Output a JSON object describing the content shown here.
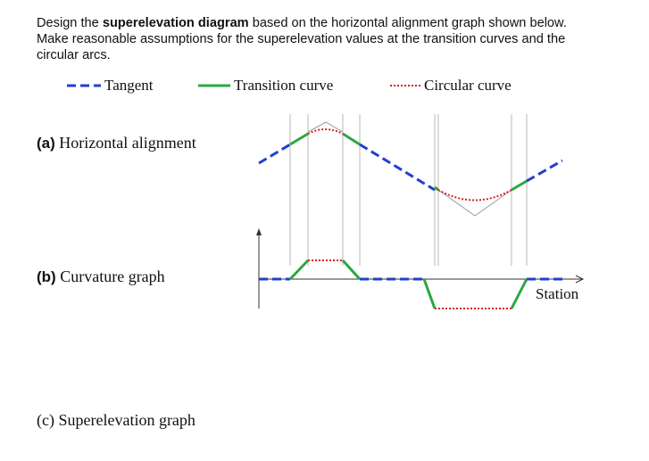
{
  "question": {
    "part1": "Design the ",
    "bold1": "superelevation diagram",
    "part2": " based on the horizontal alignment graph shown below. Make reasonable assumptions for the superelevation values at the transition curves and the circular arcs."
  },
  "legend": {
    "tangent": "Tangent",
    "transition": "Transition curve",
    "circular": "Circular curve"
  },
  "labels": {
    "a_tag": "(a)",
    "a_text": "Horizontal alignment",
    "b_tag": "(b)",
    "b_text": "Curvature graph",
    "c_text": "(c) Superelevation graph",
    "station": "Station"
  },
  "colors": {
    "tangent": "#1f3fd6",
    "transition": "#2aa83f",
    "circular": "#d62020",
    "guide": "#b8b8b8"
  }
}
